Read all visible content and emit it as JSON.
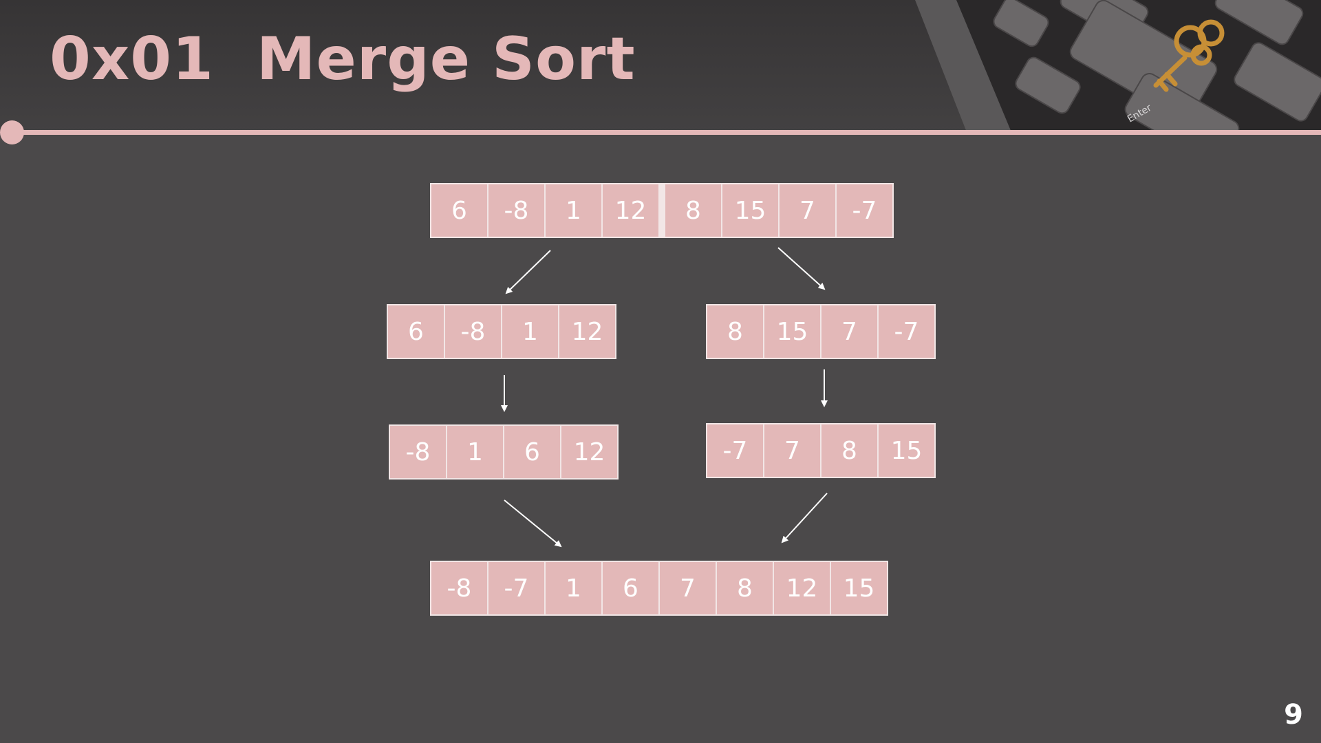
{
  "slide": {
    "title": "0x01  Merge Sort",
    "page_number": "9"
  },
  "diagram": {
    "input": [
      "6",
      "-8",
      "1",
      "12",
      "8",
      "15",
      "7",
      "-7"
    ],
    "left_half": [
      "6",
      "-8",
      "1",
      "12"
    ],
    "right_half": [
      "8",
      "15",
      "7",
      "-7"
    ],
    "left_sorted": [
      "-8",
      "1",
      "6",
      "12"
    ],
    "right_sorted": [
      "-7",
      "7",
      "8",
      "15"
    ],
    "merged": [
      "-8",
      "-7",
      "1",
      "6",
      "7",
      "8",
      "12",
      "15"
    ]
  },
  "colors": {
    "accent": "#e4b8b8",
    "cell_fill": "#e3b8b8",
    "background": "#4b494a"
  }
}
